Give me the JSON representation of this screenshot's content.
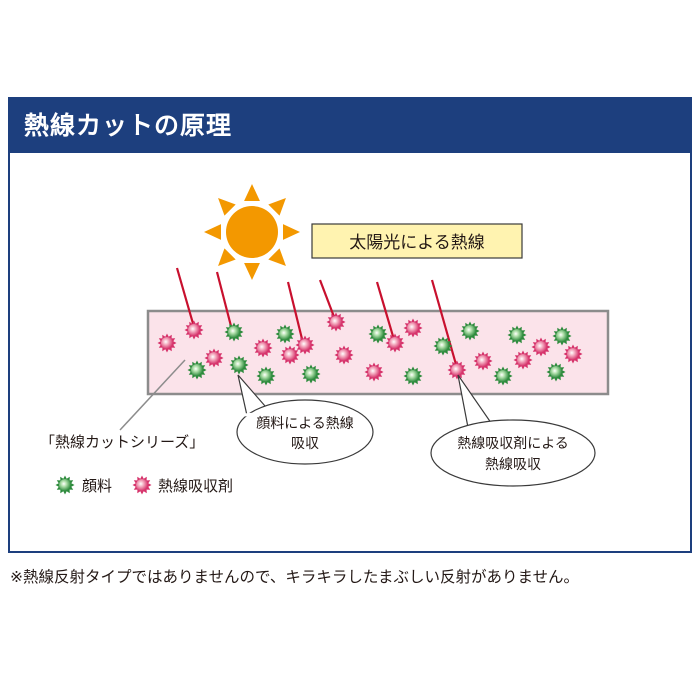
{
  "header": {
    "title": "熱線カットの原理"
  },
  "sun_label": "太陽光による熱線",
  "film_label": "「熱線カットシリーズ」",
  "callout_pigment": {
    "line1": "顔料による熱線",
    "line2": "吸収"
  },
  "callout_absorber": {
    "line1": "熱線吸収剤による",
    "line2": "熱線吸収"
  },
  "legend": [
    {
      "label": "顔料",
      "color": "#2e8b3d"
    },
    {
      "label": "熱線吸収剤",
      "color": "#d6336b"
    }
  ],
  "footnote": "※熱線反射タイプではありませんので、キラキラしたまぶしい反射がありません。",
  "colors": {
    "header_bg": "#1d3f7e",
    "sun": "#f39800",
    "ray": "#c8102e",
    "film_fill": "#fbe3ea",
    "film_stroke": "#8c8c8c",
    "label_box": "#fff3b0"
  }
}
